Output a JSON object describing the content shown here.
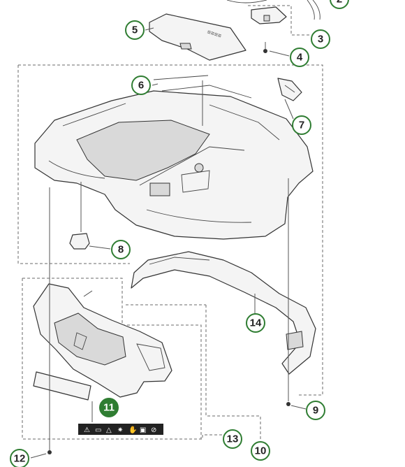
{
  "callouts": [
    {
      "id": "2",
      "label": "2"
    },
    {
      "id": "3",
      "label": "3"
    },
    {
      "id": "4",
      "label": "4"
    },
    {
      "id": "5",
      "label": "5"
    },
    {
      "id": "6",
      "label": "6"
    },
    {
      "id": "7",
      "label": "7"
    },
    {
      "id": "8",
      "label": "8"
    },
    {
      "id": "9",
      "label": "9"
    },
    {
      "id": "10",
      "label": "10"
    },
    {
      "id": "11",
      "label": "11",
      "highlighted": true
    },
    {
      "id": "12",
      "label": "12"
    },
    {
      "id": "13",
      "label": "13"
    },
    {
      "id": "14",
      "label": "14"
    }
  ],
  "colors": {
    "callout_ring": "#2f7d32",
    "highlight_fill": "#2f7d32",
    "line": "#333333"
  },
  "warning_label_icons": [
    "warning-triangle-icon",
    "manual-icon",
    "hazard-icon",
    "blade-icon",
    "hand-icon",
    "lift-icon",
    "no-ride-icon"
  ]
}
